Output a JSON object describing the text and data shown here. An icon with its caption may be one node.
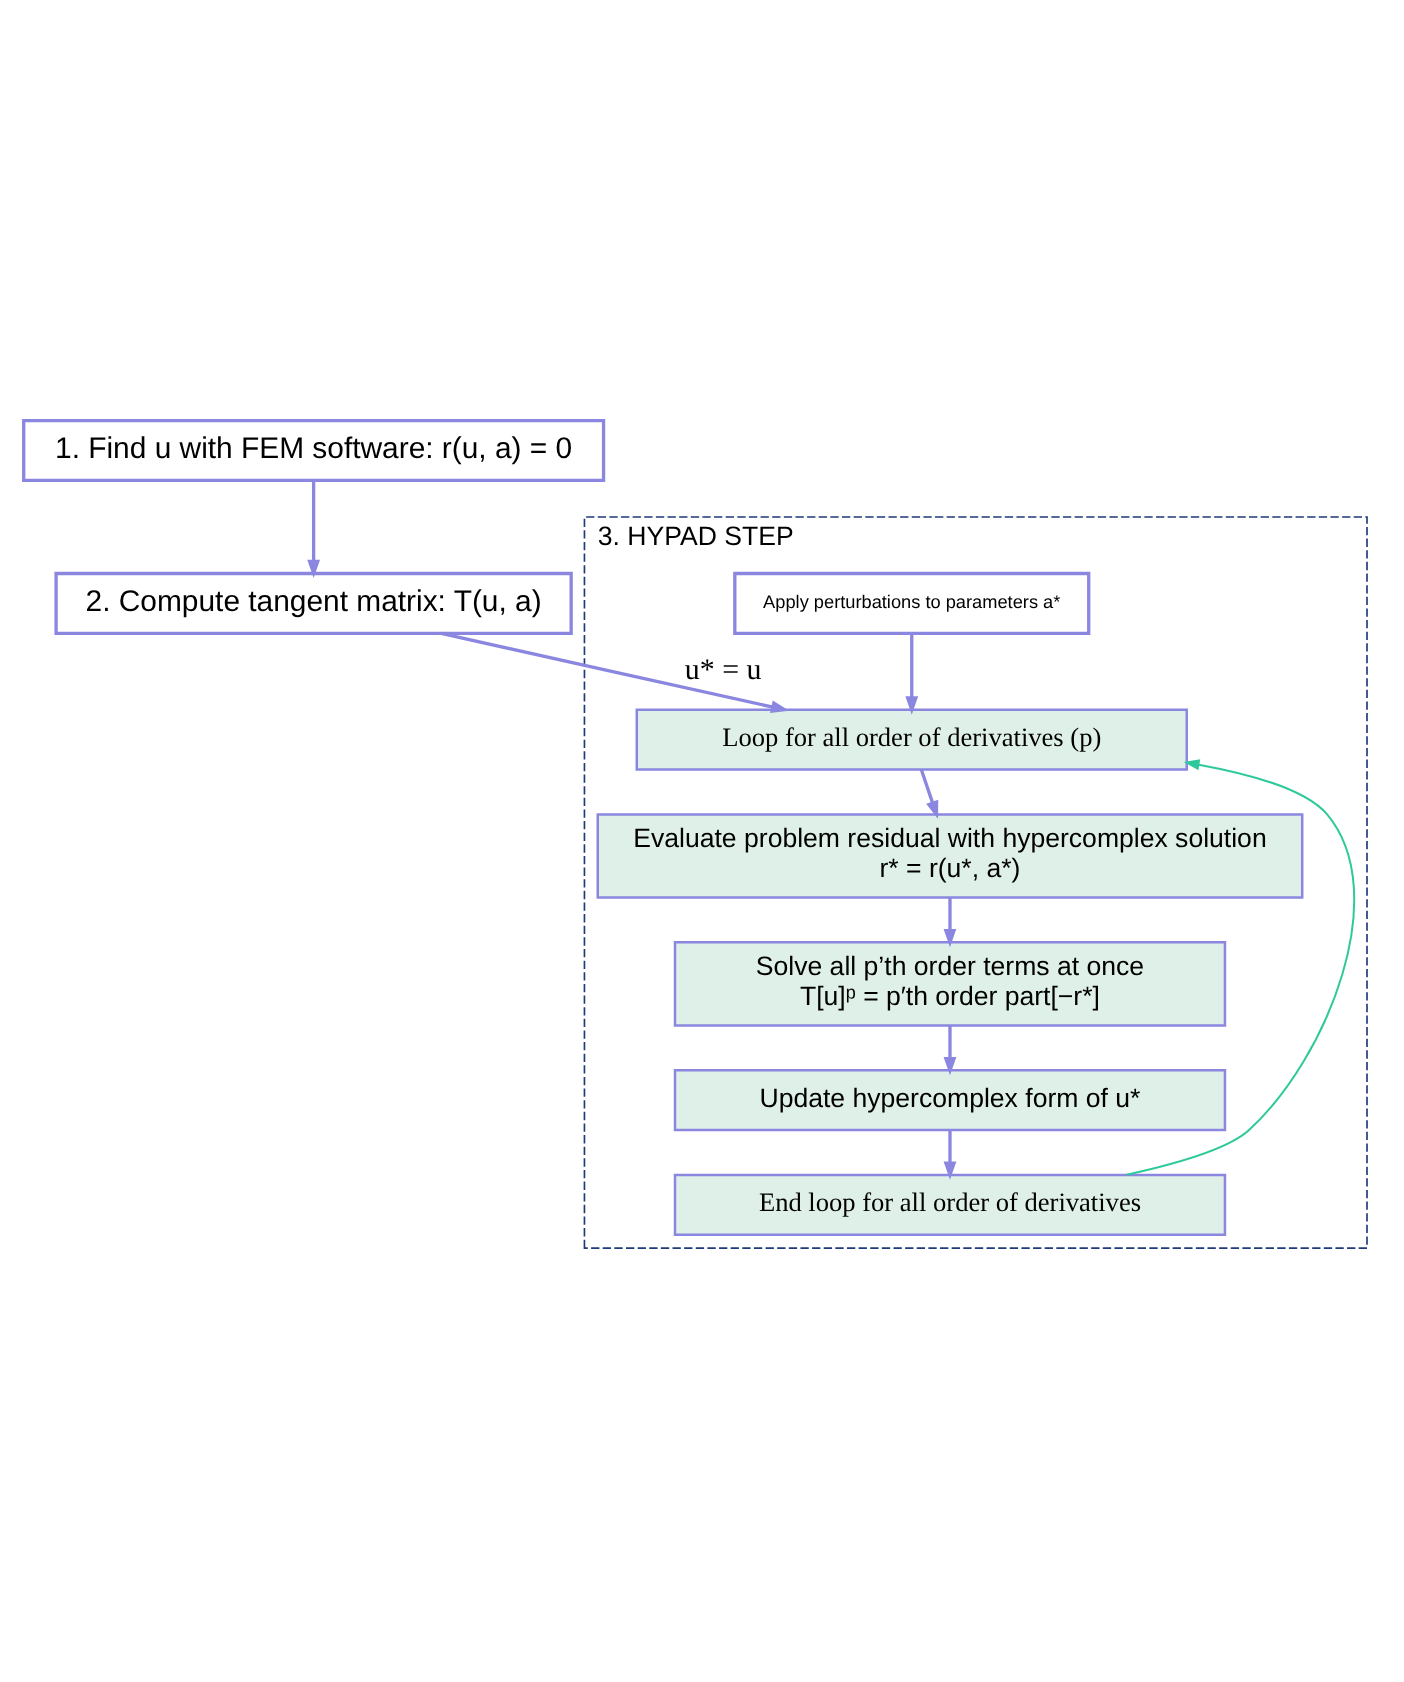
{
  "diagram": {
    "nodes": [
      {
        "text": [
          "1. Find u with FEM software: r(u, a) = 0"
        ]
      },
      {
        "text": [
          "2. Compute tangent matrix: T(u, a)"
        ]
      },
      {
        "text": [
          "3. HYPAD STEP"
        ]
      },
      {
        "text": [
          "Apply perturbations to parameters a*"
        ],
        "in": 2
      },
      {
        "text": [
          "Loop for all order of derivatives (p)"
        ],
        "in": 2
      },
      {
        "text": [
          "Evaluate problem residual with hypercomplex solution",
          "r* = r(u*, a*)"
        ],
        "in": 2
      },
      {
        "text": [
          "Solve all p’th order terms at once",
          "T[u]ᵖ = p′th order part[−r*]"
        ],
        "in": 2
      },
      {
        "text": [
          "Update hypercomplex form of u*"
        ],
        "in": 2
      },
      {
        "text": [
          "End loop for all order of derivatives"
        ],
        "in": 2
      }
    ],
    "edges": [
      {
        "from": 0,
        "to": 1,
        "arrow": "to"
      },
      {
        "from": 1,
        "to": 4,
        "arrow": "to",
        "label": "u* = u"
      },
      {
        "from": 3,
        "to": 4,
        "arrow": "to"
      },
      {
        "from": 4,
        "to": 5,
        "arrow": "to"
      },
      {
        "from": 5,
        "to": 6,
        "arrow": "to"
      },
      {
        "from": 6,
        "to": 7,
        "arrow": "to"
      },
      {
        "from": 7,
        "to": 8,
        "arrow": "to"
      },
      {
        "from": 8,
        "to": 4,
        "arrow": "to",
        "color": "#2ec99a"
      }
    ]
  }
}
